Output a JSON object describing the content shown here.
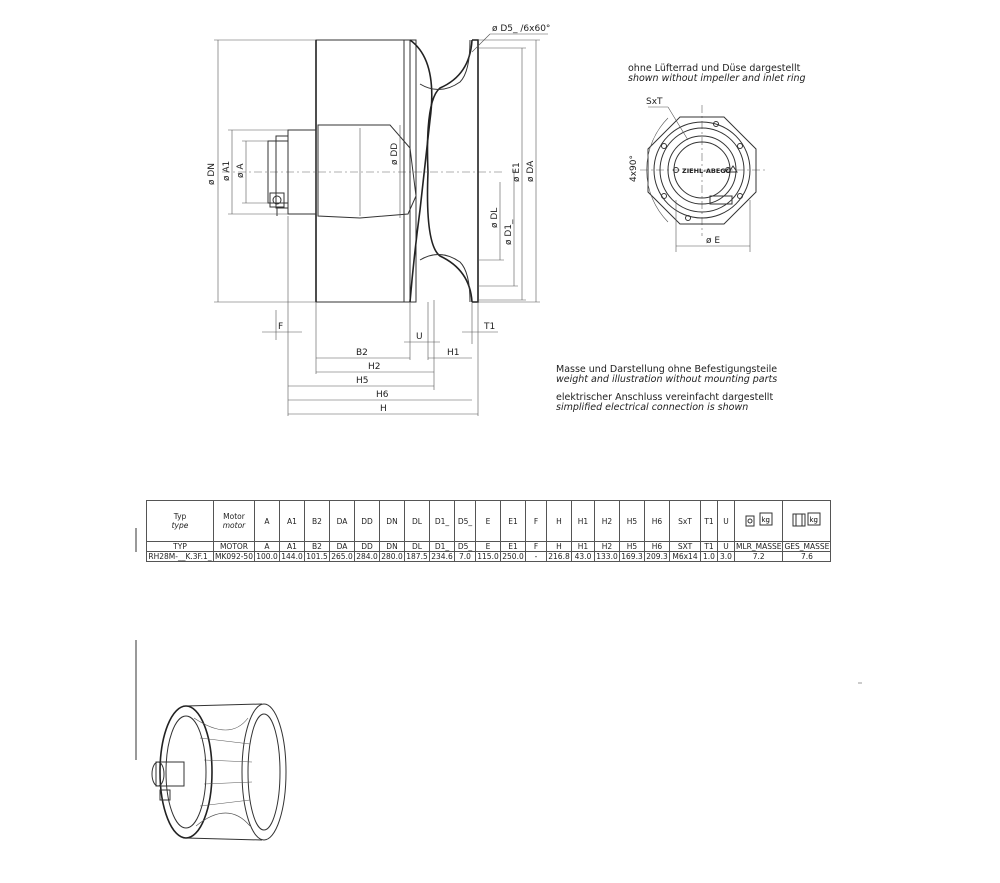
{
  "drawing": {
    "dim_labels": {
      "D5": "ø D5_ /6x60°",
      "DN": "ø DN",
      "A1": "ø A1",
      "A": "ø A",
      "DD": "ø DD",
      "E1": "ø E1",
      "DA": "ø DA",
      "DL": "ø DL",
      "D1": "ø D1_",
      "F": "F",
      "U": "U",
      "T1": "T1",
      "B2": "B2",
      "H1": "H1",
      "H2": "H2",
      "H5": "H5",
      "H6": "H6",
      "H": "H"
    },
    "front_view": {
      "note_de": "ohne Lüfterrad und Düse dargestellt",
      "note_en": "shown without impeller and inlet ring",
      "sxt_label": "SxT",
      "angle_label": "4x90°",
      "e_label": "ø E",
      "brand": "ZIEHL-ABEGG"
    },
    "notes": {
      "mass_de": "Masse und Darstellung ohne Befestigungsteile",
      "mass_en": "weight and illustration without mounting parts",
      "elec_de": "elektrischer Anschluss vereinfacht dargestellt",
      "elec_en": "simplified electrical connection is shown"
    }
  },
  "table": {
    "header_top": {
      "typ": "Typ",
      "typ_en": "type",
      "motor": "Motor",
      "motor_en": "motor",
      "cols": [
        "A",
        "A1",
        "B2",
        "DA",
        "DD",
        "DN",
        "DL",
        "D1_",
        "D5_",
        "E",
        "E1",
        "F",
        "H",
        "H1",
        "H2",
        "H5",
        "H6",
        "SxT",
        "T1",
        "U"
      ],
      "kg_icon_1": "kg",
      "kg_icon_2": "kg"
    },
    "header_codes": [
      "TYP",
      "MOTOR",
      "A",
      "A1",
      "B2",
      "DA",
      "DD",
      "DN",
      "DL",
      "D1_",
      "D5_",
      "E",
      "E1",
      "F",
      "H",
      "H1",
      "H2",
      "H5",
      "H6",
      "SXT",
      "T1",
      "U",
      "MLR_MASSE",
      "GES_MASSE"
    ],
    "row": [
      "RH28M-__K.3F.1_",
      "MK092-50",
      "100.0",
      "144.0",
      "101.5",
      "265.0",
      "284.0",
      "280.0",
      "187.5",
      "234.6",
      "7.0",
      "115.0",
      "250.0",
      "-",
      "216.8",
      "43.0",
      "133.0",
      "169.3",
      "209.3",
      "M6x14",
      "1.0",
      "3.0",
      "7.2",
      "7.6"
    ]
  }
}
